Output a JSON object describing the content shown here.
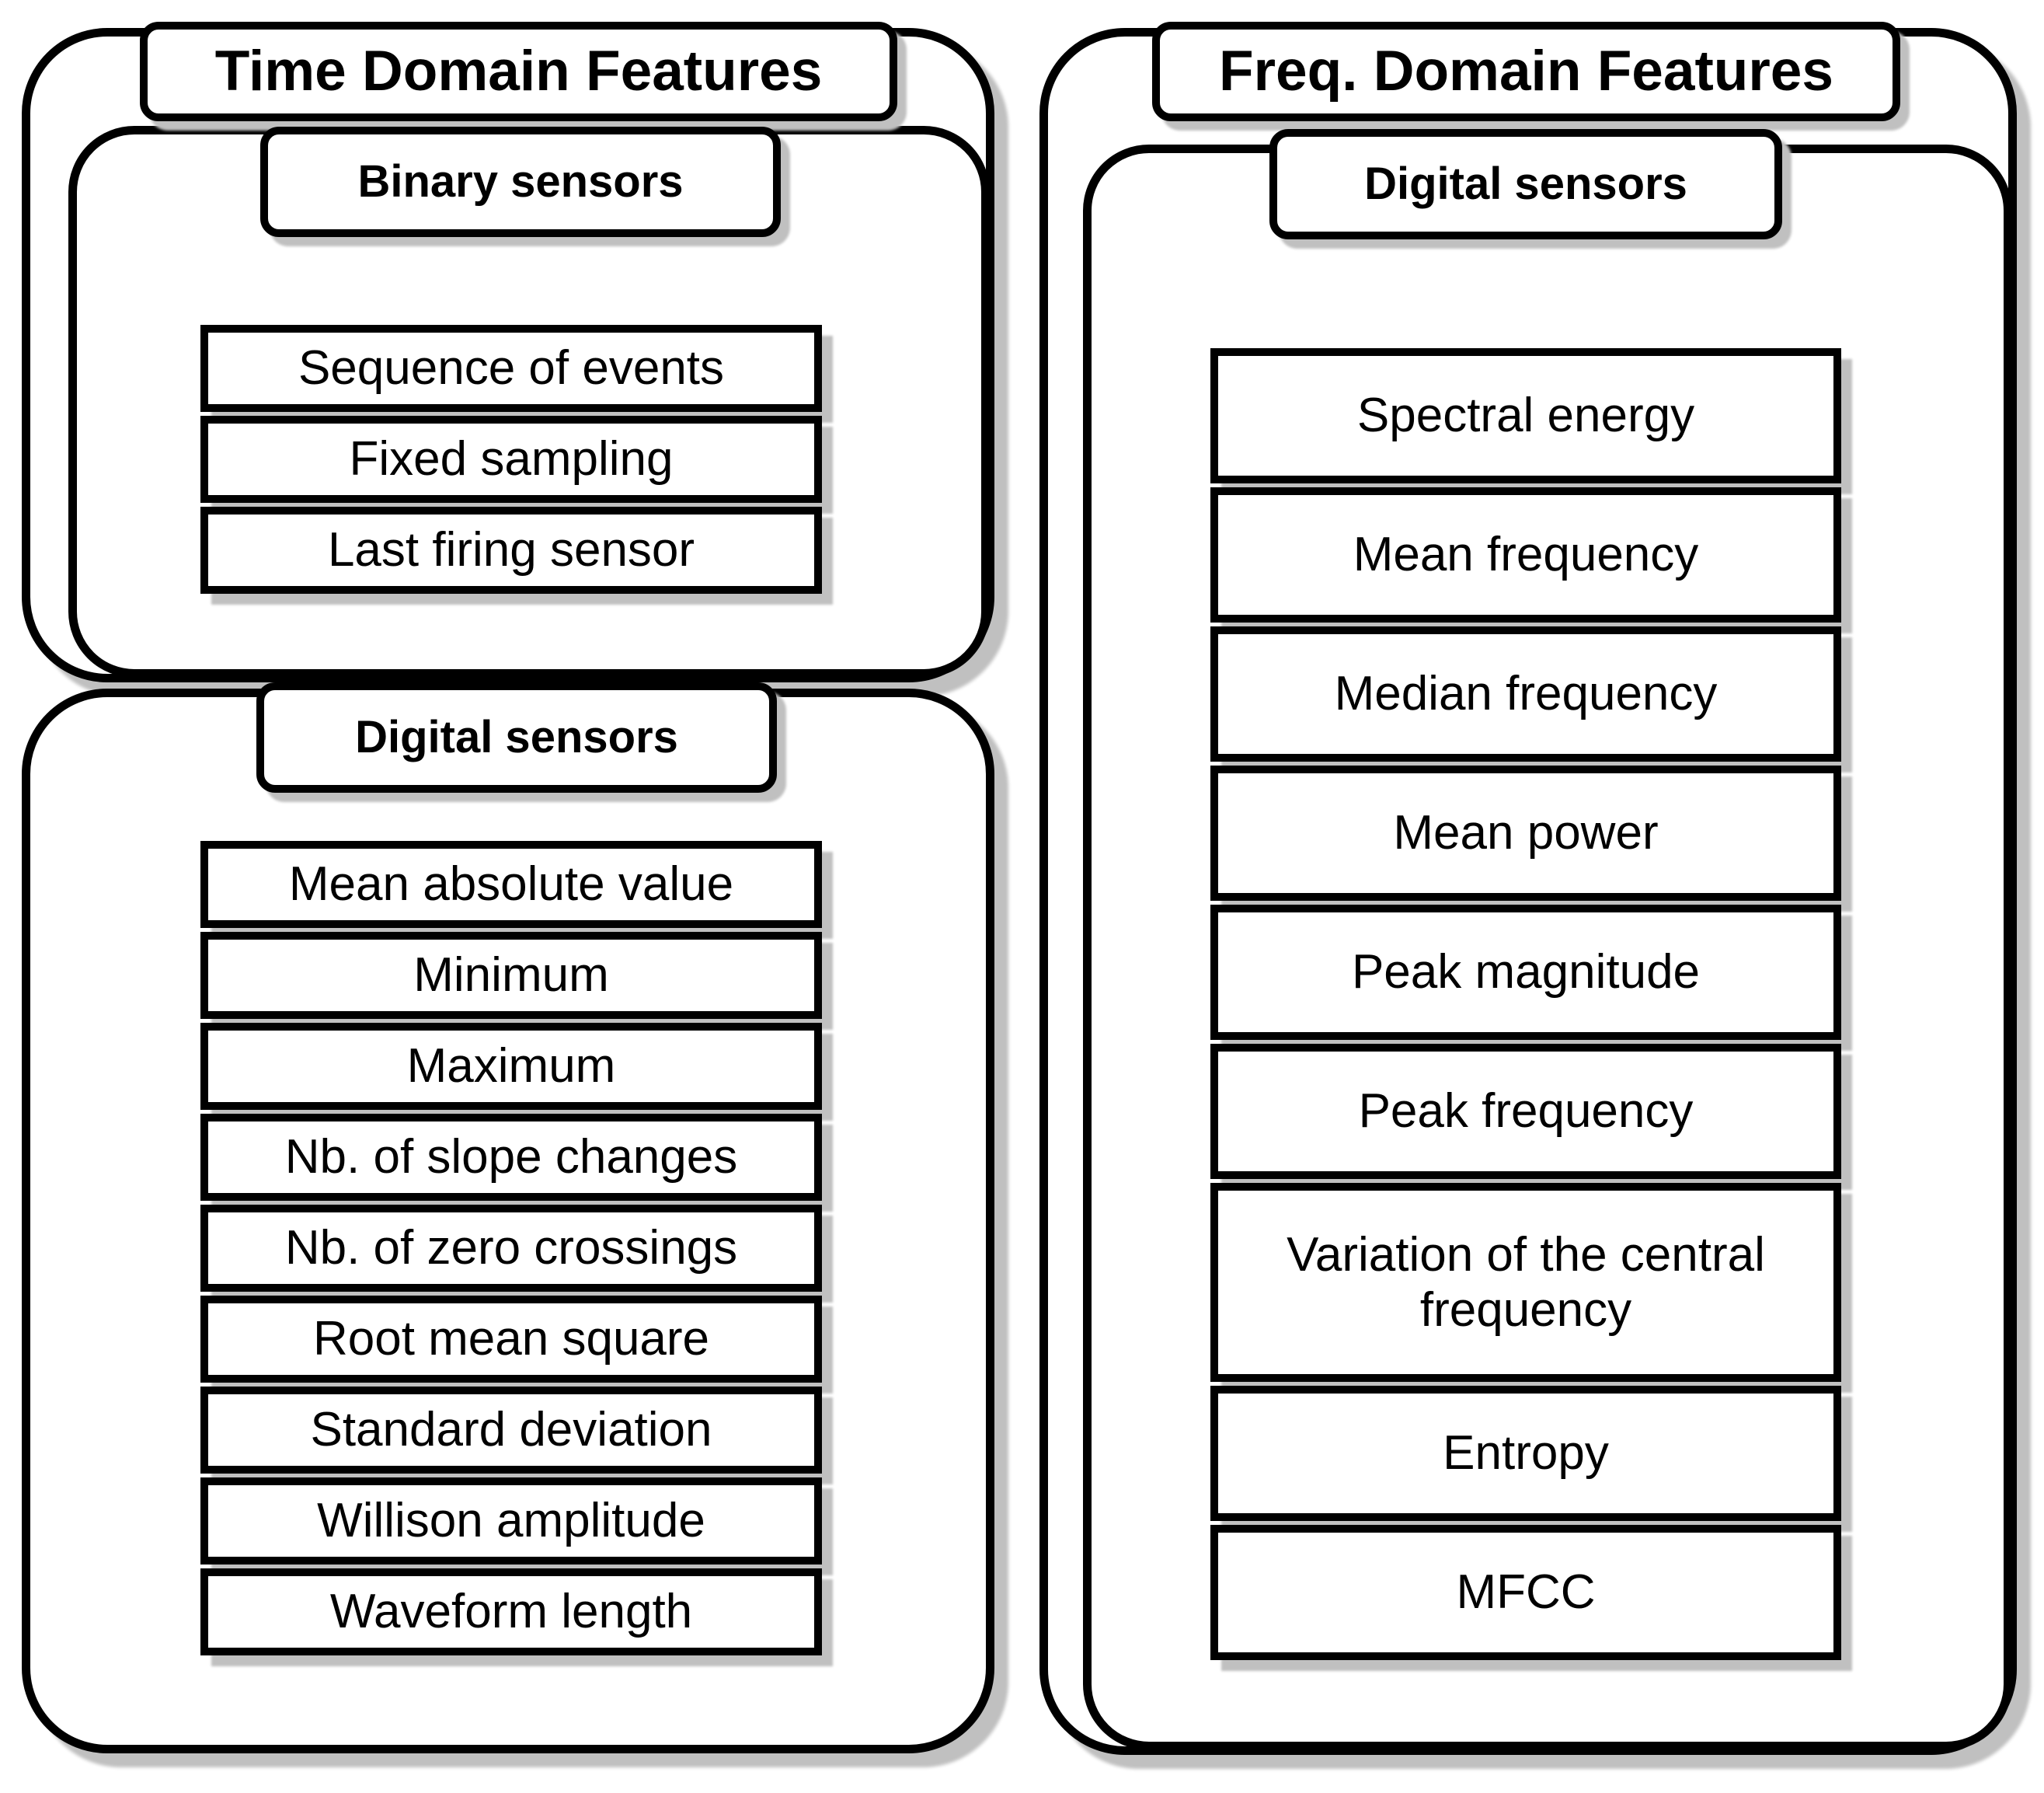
{
  "diagram": {
    "columns": [
      {
        "title": "Time Domain Features",
        "groups": [
          {
            "header": "Binary sensors",
            "items": [
              "Sequence of events",
              "Fixed sampling",
              "Last firing sensor"
            ]
          },
          {
            "header": "Digital sensors",
            "items": [
              "Mean absolute value",
              "Minimum",
              "Maximum",
              "Nb. of slope changes",
              "Nb. of zero crossings",
              "Root mean square",
              "Standard deviation",
              "Willison amplitude",
              "Waveform length"
            ]
          }
        ]
      },
      {
        "title": "Freq. Domain Features",
        "groups": [
          {
            "header": "Digital sensors",
            "items": [
              "Spectral energy",
              "Mean frequency",
              "Median frequency",
              "Mean power",
              "Peak magnitude",
              "Peak frequency",
              "Variation of the central frequency",
              "Entropy",
              "MFCC"
            ]
          }
        ]
      }
    ],
    "colors": {
      "border": "#000000",
      "fill": "#ffffff",
      "shadow": "#c0c0c0",
      "text": "#000000"
    }
  }
}
